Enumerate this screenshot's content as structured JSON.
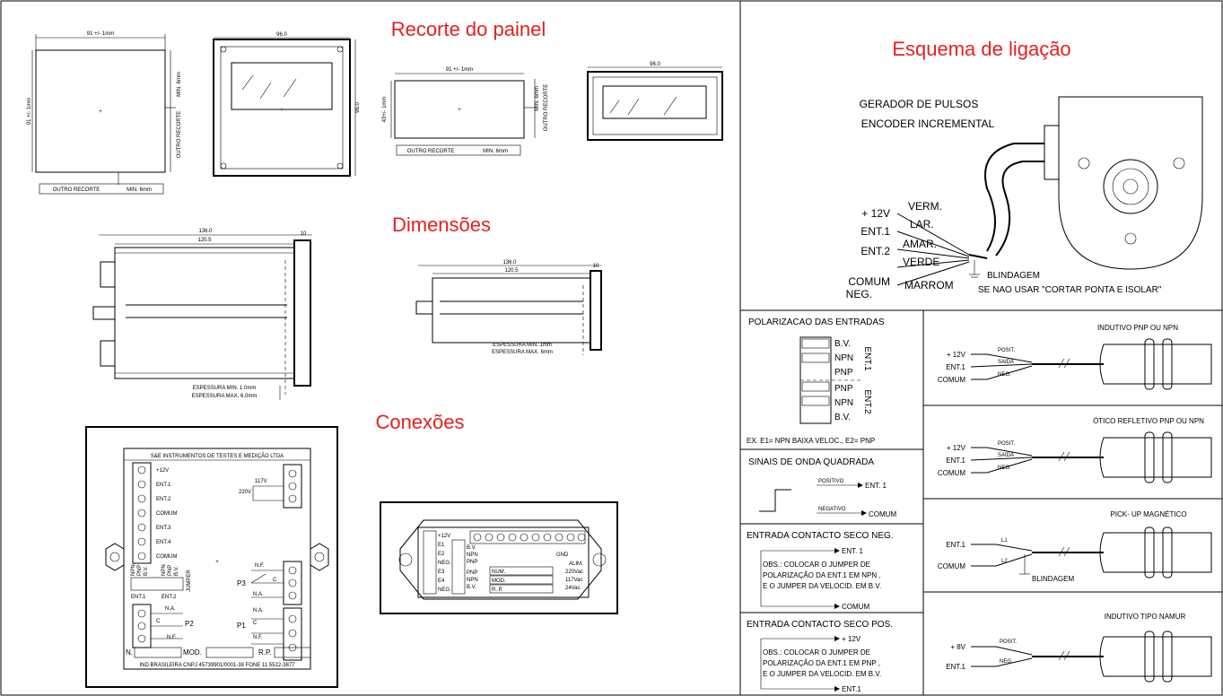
{
  "left": {
    "recorte": {
      "title": "Recorte do painel",
      "big": {
        "width": "91 +/- 1mm",
        "height": "91 +/- 1mm",
        "outro_v": "OUTRO RECORTE",
        "min_v": "MIN. 6mm",
        "outro_h": "OUTRO RECORTE",
        "min_h": "MIN. 6mm",
        "face_w": "96.0",
        "face_h": "96.0"
      },
      "small": {
        "width": "91 +/- 1mm",
        "height": "43+/- 1mm",
        "min_v": "MIN. 6mm",
        "outro_v": "OUTRO RECORTE",
        "outro_h": "OUTRO RECORTE",
        "min_h": "MIN. 6mm",
        "face_w": "96.0"
      }
    },
    "dimensoes": {
      "title": "Dimensões",
      "big": {
        "total": "136.0",
        "body": "120.5",
        "front": "10",
        "esp_min": "ESPESSURA MIN. 1.0mm",
        "esp_max": "ESPESSURA MAX. 6.0mm"
      },
      "small": {
        "total": "136.0",
        "body": "120.5",
        "front": "10",
        "esp_min": "ESPESSURA MIN. 1mm",
        "esp_max": "ESPESSURA MAX. 6mm"
      }
    },
    "conexoes": {
      "title": "Conexões",
      "company": "S&E INSTRUMENTOS DE TESTES E MEDIÇÃO LTDA",
      "terminals": [
        "+12V",
        "ENT.1",
        "ENT.2",
        "COMUM",
        "ENT.3",
        "ENT.4",
        "COMUM"
      ],
      "v117": "117V",
      "v220": "220V",
      "nf": "N.F.",
      "c": "C",
      "na": "N.A.",
      "p1": "P1",
      "p2": "P2",
      "p3": "P3",
      "jumper_cols": [
        "NPN",
        "PNP",
        "B.V.",
        "NPN",
        "PNP",
        "B.V."
      ],
      "jumper": "JUMPER",
      "ent1": "ENT.1",
      "ent2": "ENT.2",
      "n": "N.",
      "mod": "MOD.",
      "rp": "R.P.",
      "footer": "IND.BRASILEIRA CNPJ 45739901/0001-38 FONE 11 5522-3877",
      "small_terminals": [
        "+12V",
        "E1",
        "E2",
        "NEG.",
        "E3",
        "E4",
        "NEG."
      ],
      "small_jumper": [
        "B.V.",
        "NPN",
        "PNP",
        "PNP",
        "NPN",
        "B.V."
      ],
      "small_labels": [
        "NUM.",
        "MOD.",
        "R. P."
      ],
      "small_alim": [
        "220Vac",
        "117Vac",
        "24Vac"
      ],
      "gnd": "GND",
      "alim": "ALIM."
    }
  },
  "right": {
    "title": "Esquema de ligação",
    "encoder": {
      "line1": "GERADOR DE PULSOS",
      "line2": "ENCODER INCREMENTAL",
      "in": [
        "+ 12V",
        "ENT.1",
        "ENT.2",
        "COMUM",
        "NEG."
      ],
      "wires": [
        "VERM.",
        "LAR.",
        "AMAR.",
        "VERDE",
        "MARROM"
      ],
      "shield": "BLINDAGEM",
      "note": "SE NAO USAR \"CORTAR PONTA E ISOLAR\""
    },
    "polarizacao": {
      "title": "POLARIZACAO DAS ENTRADAS",
      "rows": [
        "B.V.",
        "NPN",
        "PNP",
        "PNP",
        "NPN",
        "B.V."
      ],
      "ent1": "ENT.1",
      "ent2": "ENT.2",
      "example": "EX. E1= NPN BAIXA VELOC., E2= PNP"
    },
    "onda": {
      "title": "SINAIS DE ONDA QUADRADA",
      "pos": "POSITIVO",
      "ent": "ENT. 1",
      "neg": "NEGATIVO",
      "comum": "COMUM"
    },
    "seco_neg": {
      "title": "ENTRADA CONTACTO SECO NEG.",
      "ent": "ENT. 1",
      "obs": [
        "OBS.: COLOCAR O JUMPER DE",
        "POLARIZAÇÃO DA ENT.1 EM NPN ,",
        "E O JUMPER DA VELOCID. EM B.V."
      ],
      "comum": "COMUM"
    },
    "seco_pos": {
      "title": "ENTRADA CONTACTO SECO POS.",
      "v12": "+ 12V",
      "obs": [
        "OBS.: COLOCAR O JUMPER DE",
        "POLARIZAÇÃO DA ENT.1 EM PNP ,",
        "E O JUMPER DA VELOCID. EM B.V."
      ],
      "ent": "ENT.1"
    },
    "sensors": [
      {
        "title": "INDUTIVO PNP OU NPN",
        "left": [
          "+ 12V",
          "ENT.1",
          "COMUM"
        ],
        "wires": [
          "POSIT.",
          "SAIDA",
          "NEG."
        ]
      },
      {
        "title": "ÓTICO REFLETIVO PNP OU NPN",
        "left": [
          "+ 12V",
          "ENT.1",
          "COMUM"
        ],
        "wires": [
          "POSIT.",
          "SAIDA",
          "NEG."
        ]
      },
      {
        "title": "PICK- UP MAGNÉTICO",
        "left": [
          "ENT.1",
          "COMUM"
        ],
        "wires": [
          "L1",
          "L2"
        ],
        "shield": "BLINDAGEM"
      },
      {
        "title": "INDUTIVO TIPO NAMUR",
        "left": [
          "+ 8V",
          "ENT.1"
        ],
        "wires": [
          "POSIT.",
          "NEG."
        ]
      }
    ]
  }
}
